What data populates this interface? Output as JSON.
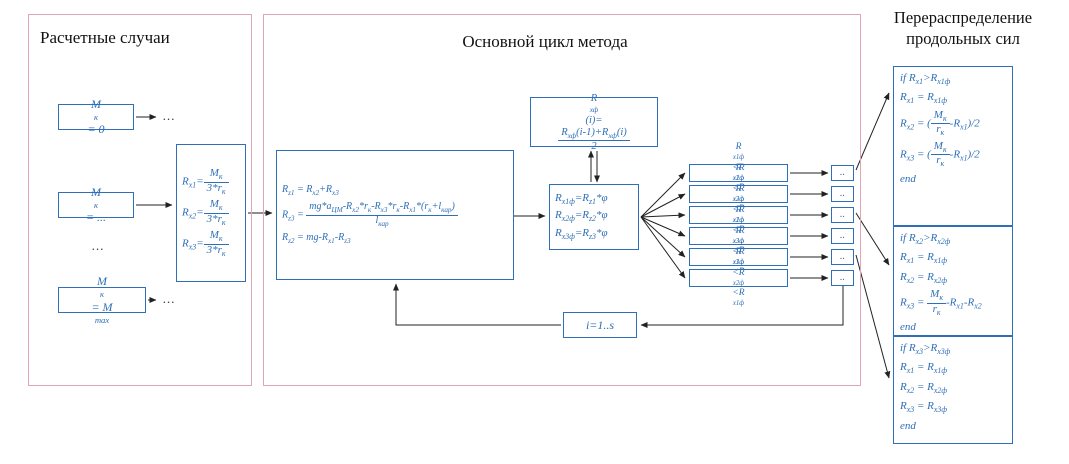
{
  "left_panel": {
    "title": "Расчетные случаи",
    "cases": [
      "M~к~ = 0",
      "M~к~ = ...",
      "M~к~ = M~max~"
    ],
    "between_dots": "...",
    "ellipsis": "...",
    "formulas": [
      "R~х1~={M~к~|3*r~к~}",
      "R~х2~={M~к~|3*r~к~}",
      "R~х3~={M~к~|3*r~к~}"
    ]
  },
  "main_panel": {
    "title": "Основной цикл метода",
    "reaction_formulas": [
      "R~z1~ = R~х2~+R~х3~",
      "R~z3~ = {mg*a~ЦМ~-R~х2~*r~к~-R~х3~*r~к~-R~х1~*(r~к~+l~кар~)|l~кар~}",
      "R~z2~ = mg-R~х1~-R~z3~"
    ],
    "averaging_formula": "R~хф~(i)={R~хф~(i-1)+R~хф~(i)|2}",
    "friction_formulas": [
      "R~х1ф~=R~z1~*φ",
      "R~х2ф~=R~z2~*φ",
      "R~х3ф~=R~z3~*φ"
    ],
    "inequalities": [
      "R~х1ф~<R~х2ф~<R~х3ф~",
      "R~х1ф~<R~х3ф~<R~х2ф~",
      "R~х2ф~<R~х1ф~<R~х3ф~",
      "R~х2ф~<R~х3ф~<R~х1ф~",
      "R~х3ф~<R~х1ф~<R~х2ф~",
      "R~х3ф~<R~х2ф~<R~х1ф~"
    ],
    "branch_dots": "..",
    "loop_label": "i=1..s"
  },
  "right_panel": {
    "title": "Перераспределение продольных сил",
    "blocks": [
      {
        "lines": [
          "if R~х1~>R~х1ф~",
          "R~х1~ = R~х1ф~",
          "R~х2~ = ({M~к~|r~к~}-R~х1~)/2",
          "R~х3~ = ({M~к~|r~к~}-R~х1~)/2",
          "end"
        ]
      },
      {
        "lines": [
          "if R~х2~>R~х2ф~",
          "R~х1~ = R~х1ф~",
          "R~х2~ = R~х2ф~",
          "R~х3~ = {M~к~|r~к~}-R~х1~-R~х2~",
          "end"
        ]
      },
      {
        "lines": [
          "if R~х3~>R~х3ф~",
          "R~х1~ = R~х1ф~",
          "R~х2~ = R~х2ф~",
          "R~х3~ = R~х3ф~",
          "end"
        ]
      }
    ]
  },
  "colors": {
    "box_blue": "#2e6fb7",
    "panel_pink": "#dca7b2",
    "arrow_black": "#222222"
  }
}
